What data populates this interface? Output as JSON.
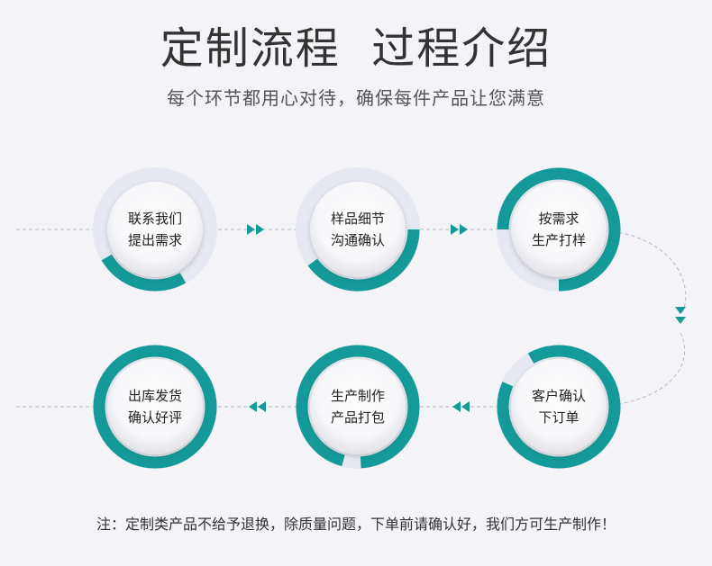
{
  "header": {
    "title": "定制流程  过程介绍",
    "subtitle": "每个环节都用心对待，确保每件产品让您满意"
  },
  "steps": [
    {
      "line1": "联系我们",
      "line2": "提出需求",
      "progress": 0.25
    },
    {
      "line1": "样品细节",
      "line2": "沟通确认",
      "progress": 0.4
    },
    {
      "line1": "按需求",
      "line2": "生产打样",
      "progress": 0.75
    },
    {
      "line1": "客户确认",
      "line2": "下订单",
      "progress": 0.9
    },
    {
      "line1": "生产制作",
      "line2": "产品打包",
      "progress": 0.95
    },
    {
      "line1": "出库发货",
      "line2": "确认好评",
      "progress": 1.0
    }
  ],
  "footer": {
    "note": "注：定制类产品不给予退换，除质量问题，下单前请确认好，我们方可生产制作！"
  },
  "colors": {
    "accent": "#149a98",
    "track": "#e6e9f1",
    "dash": "#b7b7c3",
    "background": "#f3f3f8"
  },
  "icons": {
    "arrow": "double-triangle-arrow-icon"
  }
}
